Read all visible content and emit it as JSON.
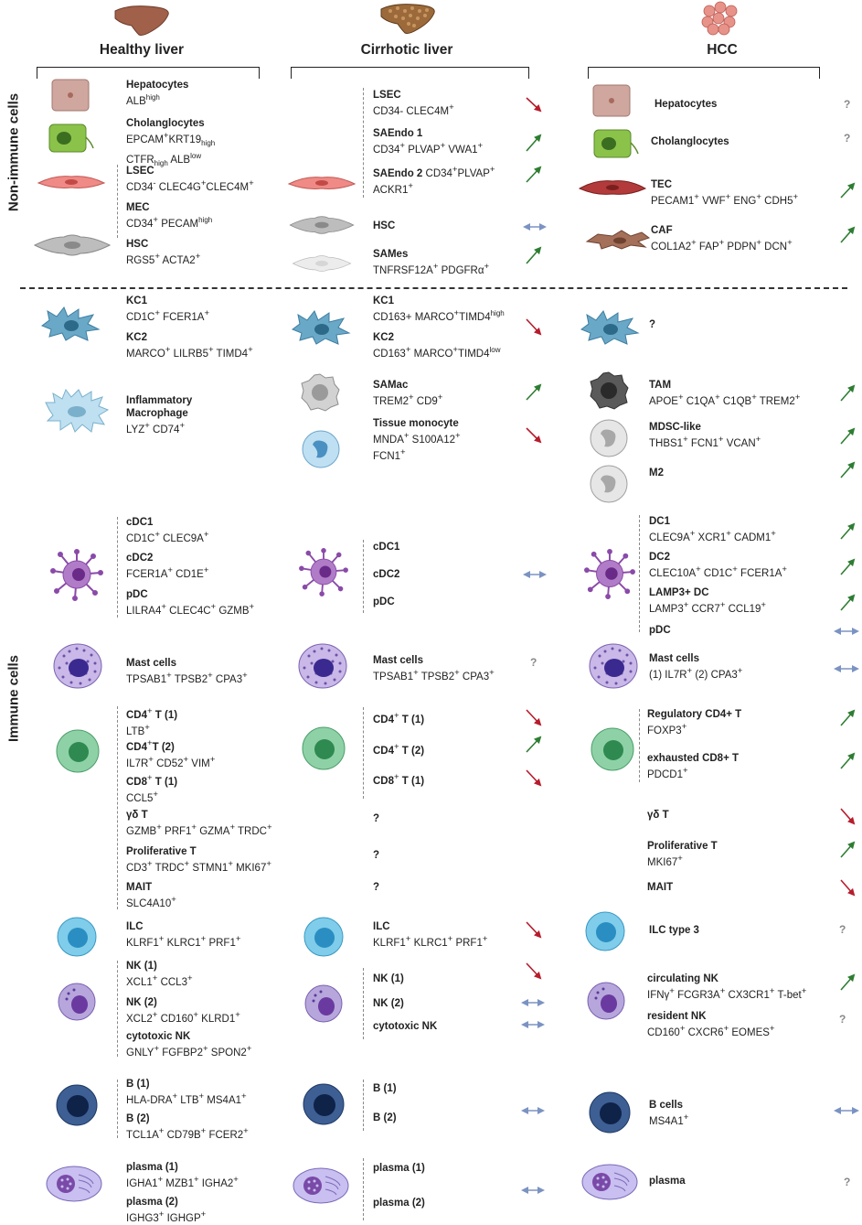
{
  "columns": [
    "Healthy liver",
    "Cirrhotic liver",
    "HCC"
  ],
  "side_labels": [
    "Non-immune cells",
    "Immune cells"
  ],
  "healthy": {
    "hep": "Hepatocytes",
    "hep_m": "ALB",
    "hep_m_sub": "high",
    "chol": "Cholanglocytes",
    "chol_m1": "EPCAM",
    "chol_m1b": "KRT19",
    "chol_m1_sub": "high",
    "chol_m2": "CTFR",
    "chol_m2_sub": "high",
    "chol_m2b": " ALB",
    "chol_m2b_sub": "low",
    "lsec": "LSEC",
    "lsec_m": "CD34",
    "lsec_m2": " CLEC4G",
    "lsec_m3": "CLEC4M",
    "mec": "MEC",
    "mec_m": "CD34",
    "mec_m2": " PECAM",
    "mec_m2_sup": "high",
    "hsc": "HSC",
    "hsc_m": "RGS5",
    "hsc_m2": " ACTA2",
    "kc1": "KC1",
    "kc1_m": "CD1C",
    "kc1_m2": " FCER1A",
    "kc2": "KC2",
    "kc2_m": "MARCO",
    "kc2_m2": " LILRB5",
    "kc2_m3": " TIMD4",
    "infl1": "Inflammatory",
    "infl2": "Macrophage",
    "infl_m": "LYZ",
    "infl_m2": " CD74",
    "cdc1": "cDC1",
    "cdc1_m": "CD1C",
    "cdc1_m2": " CLEC9A",
    "cdc2": "cDC2",
    "cdc2_m": "FCER1A",
    "cdc2_m2": " CD1E",
    "pdc": "pDC",
    "pdc_m": "LILRA4",
    "pdc_m2": " CLEC4C",
    "pdc_m3": " GZMB",
    "mast": "Mast cells",
    "mast_m": "TPSAB1",
    "mast_m2": " TPSB2",
    "mast_m3": " CPA3",
    "cd4_1": "CD4",
    "cd4_1b": " T (1)",
    "cd4_1_m": "LTB",
    "cd4_2": "CD4",
    "cd4_2b": "T (2)",
    "cd4_2_m": "IL7R",
    "cd4_2_m2": " CD52",
    "cd4_2_m3": " VIM",
    "cd8_1": "CD8",
    "cd8_1b": " T (1)",
    "cd8_1_m": "CCL5",
    "gd": "γδ T",
    "gd_m": "GZMB",
    "gd_m2": " PRF1",
    "gd_m3": " GZMA",
    "gd_m4": " TRDC",
    "prolif": "Proliferative T",
    "prolif_m": "CD3",
    "prolif_m2": " TRDC",
    "prolif_m3": " STMN1",
    "prolif_m4": " MKI67",
    "mait": "MAIT",
    "mait_m": "SLC4A10",
    "ilc": "ILC",
    "ilc_m": "KLRF1",
    "ilc_m2": " KLRC1",
    "ilc_m3": " PRF1",
    "nk1": "NK (1)",
    "nk1_m": "XCL1",
    "nk1_m2": " CCL3",
    "nk2": "NK (2)",
    "nk2_m": "XCL2",
    "nk2_m2": " CD160",
    "nk2_m3": " KLRD1",
    "cnk": "cytotoxic NK",
    "cnk_m": "GNLY",
    "cnk_m2": " FGFBP2",
    "cnk_m3": " SPON2",
    "b1": "B (1)",
    "b1_m": "HLA-DRA",
    "b1_m2": " LTB",
    "b1_m3": " MS4A1",
    "b2": "B (2)",
    "b2_m": "TCL1A",
    "b2_m2": " CD79B",
    "b2_m3": " FCER2",
    "p1": "plasma (1)",
    "p1_m": "IGHA1",
    "p1_m2": " MZB1",
    "p1_m3": " IGHA2",
    "p2": "plasma (2)",
    "p2_m": "IGHG3",
    "p2_m2": " IGHGP"
  },
  "cirrhotic": {
    "lsec": "LSEC",
    "lsec_m": "CD34- CLEC4M",
    "sa1": "SAEndo 1",
    "sa1_m": "CD34",
    "sa1_m2": " PLVAP",
    "sa1_m3": " VWA1",
    "sa2": "SAEndo 2",
    "sa2_m": " CD34",
    "sa2_m2": "PLVAP",
    "sa2_m3": "ACKR1",
    "hsc": "HSC",
    "sames": "SAMes",
    "sames_m": "TNFRSF12A",
    "sames_m2": " PDGFRα",
    "kc1": "KC1",
    "kc1_m": "CD163+ MARCO",
    "kc1_m2": "TIMD4",
    "kc1_m2_sup": "high",
    "kc2": "KC2",
    "kc2_m": "CD163",
    "kc2_m2": " MARCO",
    "kc2_m3": "TIMD4",
    "kc2_m3_sup": "low",
    "samac": "SAMac",
    "samac_m": "TREM2",
    "samac_m2": " CD9",
    "tmono": "Tissue monocyte",
    "tmono_m": "MNDA",
    "tmono_m2": " S100A12",
    "tmono_m3": "FCN1",
    "cdc1": "cDC1",
    "cdc2": "cDC2",
    "pdc": "pDC",
    "mast": "Mast cells",
    "mast_m": "TPSAB1",
    "mast_m2": " TPSB2",
    "mast_m3": " CPA3",
    "cd4_1": "CD4",
    "cd4_1b": " T (1)",
    "cd4_2": "CD4",
    "cd4_2b": " T (2)",
    "cd8_1": "CD8",
    "cd8_1b": " T (1)",
    "ilc": "ILC",
    "ilc_m": "KLRF1",
    "ilc_m2": " KLRC1",
    "ilc_m3": " PRF1",
    "nk1": "NK (1)",
    "nk2": "NK (2)",
    "cnk": "cytotoxic NK",
    "b1": "B (1)",
    "b2": "B (2)",
    "p1": "plasma (1)",
    "p2": "plasma (2)"
  },
  "hcc": {
    "hep": "Hepatocytes",
    "chol": "Cholanglocytes",
    "tec": "TEC",
    "tec_m": "PECAM1",
    "tec_m2": " VWF",
    "tec_m3": " ENG",
    "tec_m4": " CDH5",
    "caf": "CAF",
    "caf_m": "COL1A2",
    "caf_m2": " FAP",
    "caf_m3": " PDPN",
    "caf_m4": " DCN",
    "tam": "TAM",
    "tam_m": "APOE",
    "tam_m2": " C1QA",
    "tam_m3": " C1QB",
    "tam_m4": " TREM2",
    "mdsc": "MDSC-like",
    "mdsc_m": "THBS1",
    "mdsc_m2": " FCN1",
    "mdsc_m3": " VCAN",
    "m2": "M2",
    "dc1": "DC1",
    "dc1_m": "CLEC9A",
    "dc1_m2": " XCR1",
    "dc1_m3": " CADM1",
    "dc2": "DC2",
    "dc2_m": "CLEC10A",
    "dc2_m2": " CD1C",
    "dc2_m3": " FCER1A",
    "lamp": "LAMP3+ DC",
    "lamp_m": "LAMP3",
    "lamp_m2": " CCR7",
    "lamp_m3": " CCL19",
    "pdc": "pDC",
    "mast": "Mast cells",
    "mast_m": "(1) IL7R",
    "mast_m2": " (2) CPA3",
    "treg": "Regulatory CD4+ T",
    "treg_m": "FOXP3",
    "ex": "exhausted CD8+ T",
    "ex_m": "PDCD1",
    "gd": "γδ T",
    "prolif": "Proliferative T",
    "prolif_m": "MKI67",
    "mait": "MAIT",
    "ilc3": "ILC type 3",
    "cnk": "circulating NK",
    "cnk_m": "IFNγ",
    "cnk_m2": " FCGR3A",
    "cnk_m3": " CX3CR1",
    "cnk_m4": " T-bet",
    "rnk": "resident NK",
    "rnk_m": "CD160",
    "rnk_m2": " CXCR6",
    "rnk_m3": " EOMES",
    "bcells": "B cells",
    "bcells_m": "MS4A1",
    "plasma": "plasma"
  },
  "symbols": {
    "plus": "+",
    "minus": "-",
    "question": "?",
    "unknown": "?"
  },
  "colors": {
    "up": "#2e7d32",
    "down": "#b71c2c",
    "same": "#7b93c2",
    "question": "#888888"
  }
}
